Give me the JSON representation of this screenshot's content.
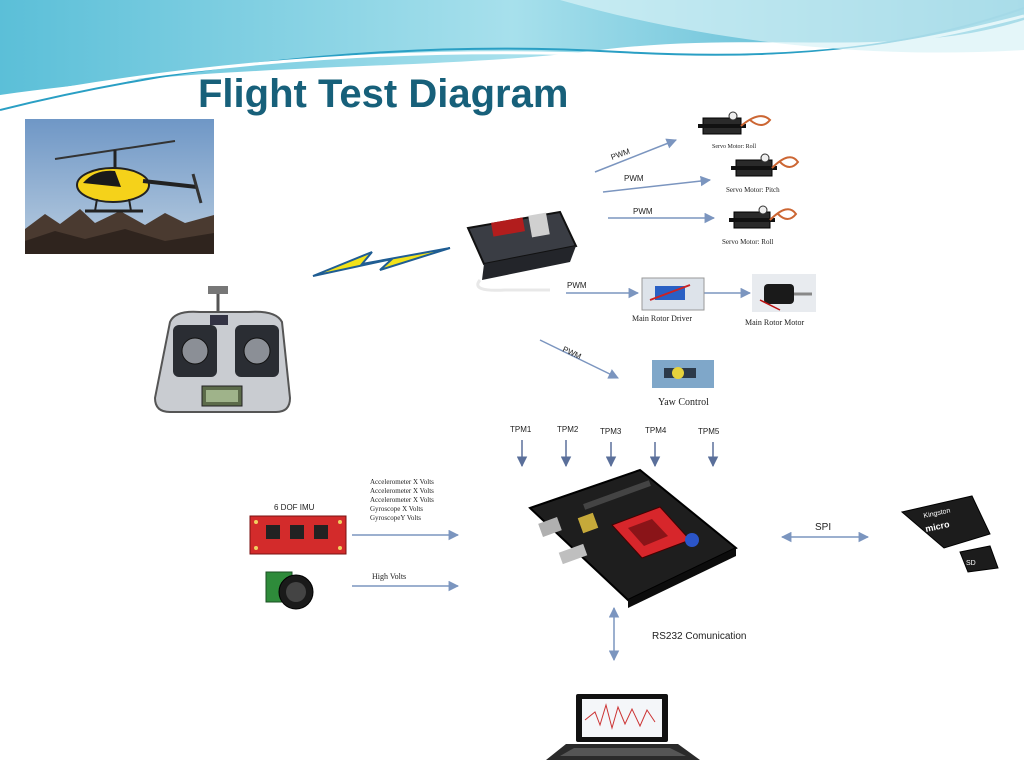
{
  "slide": {
    "title": "Flight Test Diagram"
  },
  "labels": {
    "servo_yaw": "Servo Motor: Roll",
    "servo_pitch": "Servo Motor: Pitch",
    "servo_roll": "Servo Motor: Roll",
    "main_rotor_driver": "Main Rotor Driver",
    "main_rotor_motor": "Main Rotor Motor",
    "yaw_control": "Yaw Control",
    "imu": "6 DOF IMU",
    "spi": "SPI",
    "rs232": "RS232 Comunication",
    "sensor_signals": [
      "Accelerometer X Volts",
      "Accelerometer X Volts",
      "Accelerometer X Volts",
      "Gyroscope X Volts",
      "GyroscopeY Volts"
    ],
    "high_volts": "High Volts",
    "pwm": [
      "PWM",
      "PWM",
      "PWM",
      "PWM",
      "PWM"
    ],
    "tpm": [
      "TPM1",
      "TPM2",
      "TPM3",
      "TPM4",
      "TPM5"
    ]
  },
  "colors": {
    "title": "#17607a",
    "arrow": "#7b95bf",
    "lightning": "#f2e21a"
  }
}
